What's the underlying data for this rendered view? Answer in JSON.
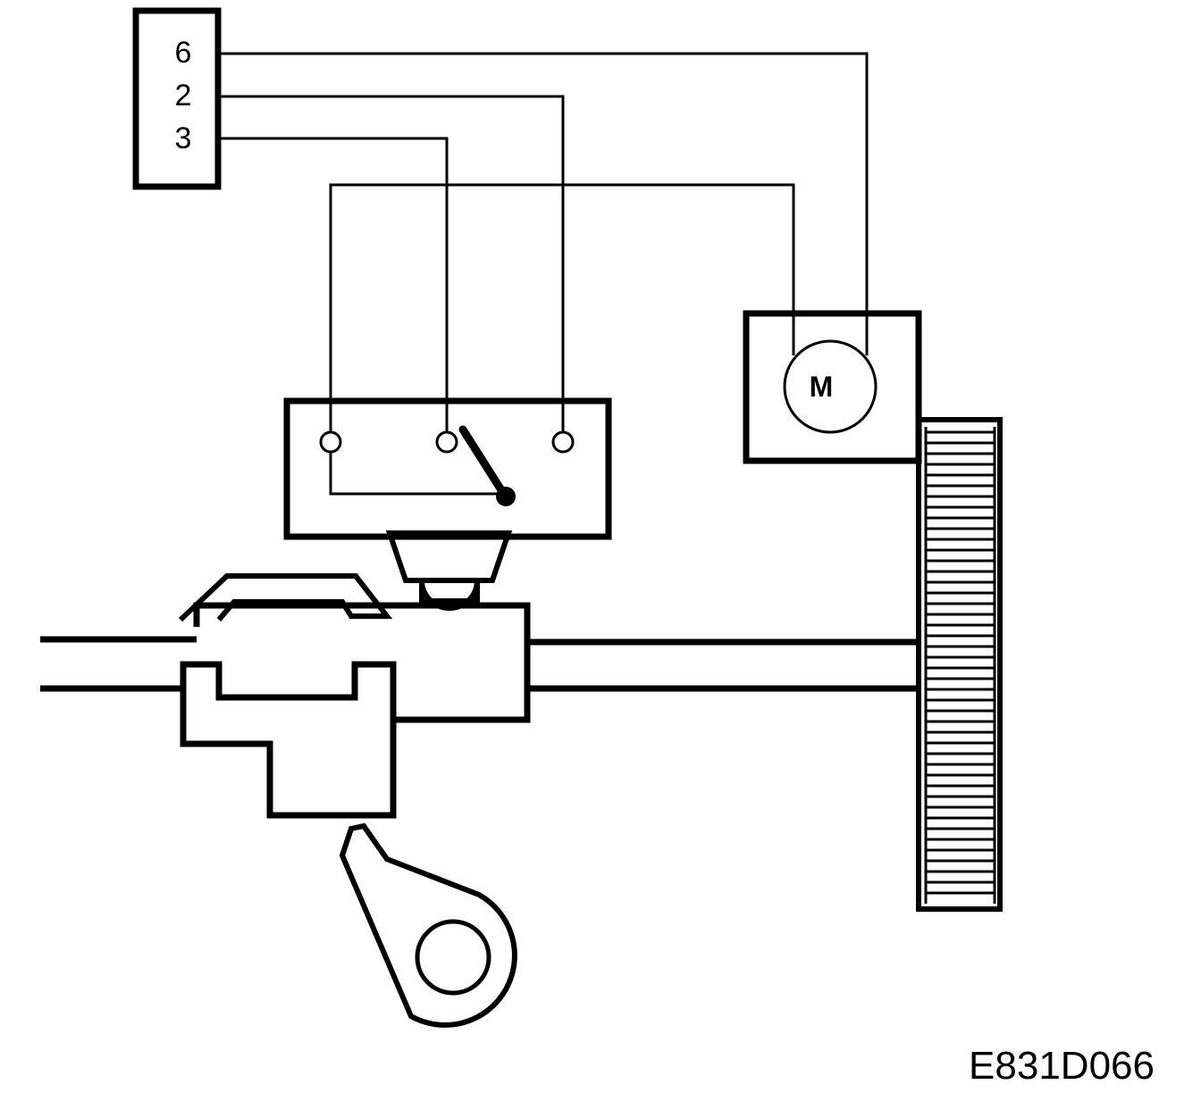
{
  "connector": {
    "pins": [
      "6",
      "2",
      "3"
    ]
  },
  "motor": {
    "label": "M"
  },
  "figure_code": "E831D066",
  "colors": {
    "stroke": "#000000",
    "background": "#ffffff"
  }
}
